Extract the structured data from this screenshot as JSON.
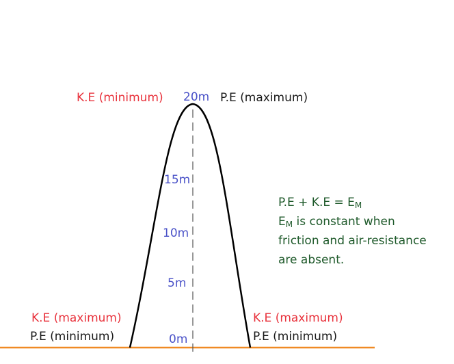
{
  "labels": {
    "top_ke": "K.E (minimum)",
    "top_pe": "P.E (maximum)",
    "left_ke": "K.E (maximum)",
    "left_pe": "P.E (minimum)",
    "right_ke": "K.E (maximum)",
    "right_pe": "P.E (minimum)"
  },
  "heights": {
    "h20": "20m",
    "h15": "15m",
    "h10": "10m",
    "h5": "5m",
    "h0": "0m"
  },
  "note": {
    "line1_prefix": "P.E + K.E = E",
    "line1_sub": "M",
    "line2_prefix": "E",
    "line2_sub": "M",
    "line2_rest": " is constant when",
    "line3": "friction and air-resistance",
    "line4": "are absent."
  },
  "colors": {
    "ke_label": "#e8323c",
    "height_label": "#4a52c8",
    "note_text": "#1f5a2b",
    "ground": "#f08a24",
    "curve": "#000000"
  }
}
